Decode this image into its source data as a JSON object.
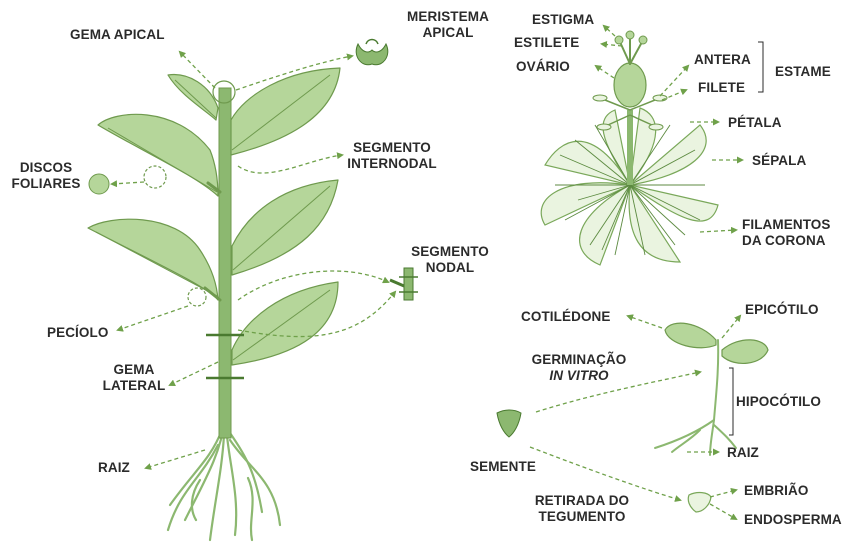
{
  "labels": {
    "gema_apical": "GEMA APICAL",
    "meristema_line1": "MERISTEMA",
    "meristema_line2": "APICAL",
    "segmento_internodal_line1": "SEGMENTO",
    "segmento_internodal_line2": "INTERNODAL",
    "discos_line1": "DISCOS",
    "discos_line2": "FOLIARES",
    "segmento_nodal_line1": "SEGMENTO",
    "segmento_nodal_line2": "NODAL",
    "peciolo": "PECÍOLO",
    "gema_lateral_line1": "GEMA",
    "gema_lateral_line2": "LATERAL",
    "raiz_plant": "RAIZ",
    "estigma": "ESTIGMA",
    "estilete": "ESTILETE",
    "ovario": "OVÁRIO",
    "antera": "ANTERA",
    "filete": "FILETE",
    "estame": "ESTAME",
    "petala": "PÉTALA",
    "sepala": "SÉPALA",
    "filamentos_line1": "FILAMENTOS",
    "filamentos_line2": "DA CORONA",
    "cotiledone": "COTILÉDONE",
    "epicotilo": "EPICÓTILO",
    "germinacao_line1": "GERMINAÇÃO",
    "germinacao_line2": "IN VITRO",
    "hipocotilo": "HIPOCÓTILO",
    "raiz_seedling": "RAIZ",
    "semente": "SEMENTE",
    "retirada_line1": "RETIRADA DO",
    "retirada_line2": "TEGUMENTO",
    "embriao": "EMBRIÃO",
    "endosperma": "ENDOSPERMA"
  },
  "colors": {
    "leaf_fill": "#b5d69a",
    "leaf_stroke": "#6f9a4e",
    "stem": "#8cb870",
    "arrow": "#6fa14a",
    "text": "#2b2b2b"
  }
}
